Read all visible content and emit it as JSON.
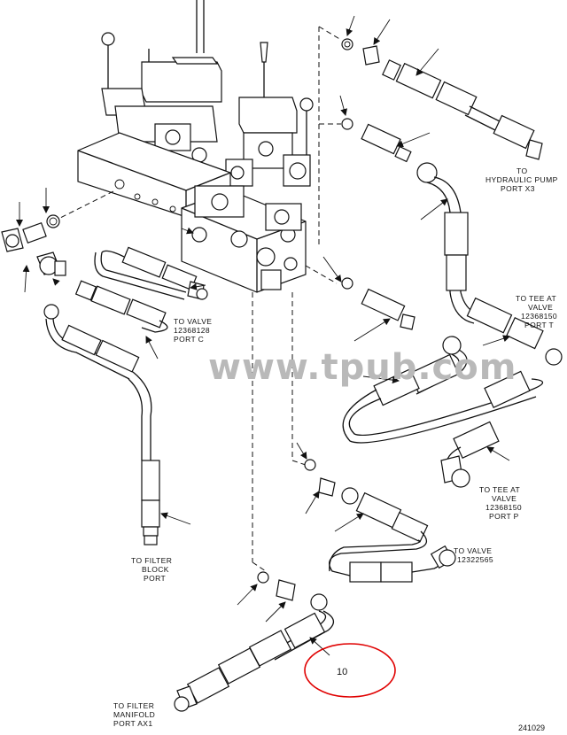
{
  "labels": {
    "to_hydraulic_pump": [
      "TO",
      "HYDRAULIC PUMP",
      "PORT X3"
    ],
    "to_valve_c": [
      "TO VALVE",
      "12368128",
      "PORT C"
    ],
    "to_tee_t": [
      "TO TEE AT",
      "VALVE",
      "12368150",
      "PORT T"
    ],
    "to_tee_p": [
      "TO TEE AT",
      "VALVE",
      "12368150",
      "PORT P"
    ],
    "to_valve_12322565": [
      "TO VALVE",
      "12322565"
    ],
    "to_filter_block": [
      "TO FILTER",
      "BLOCK",
      "PORT"
    ],
    "to_filter_manifold": [
      "TO FILTER",
      "MANIFOLD",
      "PORT AX1"
    ]
  },
  "watermark": "www.tpub.com",
  "callout": {
    "number": "10",
    "color": "#e00000"
  },
  "figure_number": "241029"
}
